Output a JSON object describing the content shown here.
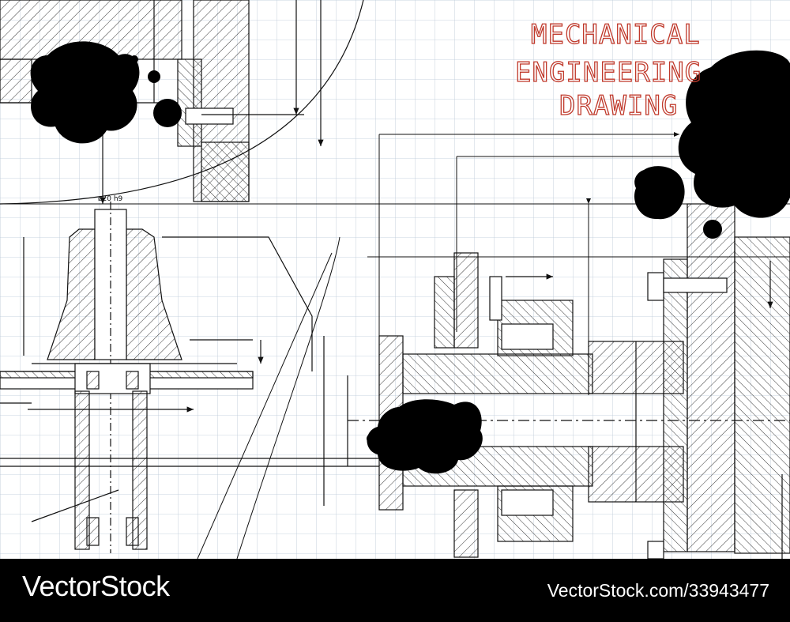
{
  "title": {
    "lines": [
      "MECHANICAL",
      "ENGINEERING",
      "DRAWING"
    ],
    "color": "#c0392b"
  },
  "dimension_label": "ø20 h9",
  "watermark": {
    "brand": "VectorStock",
    "id": "VectorStock.com/33943477"
  },
  "colors": {
    "grid": "#b9c7d6",
    "ink": "#111111",
    "background": "#ffffff",
    "banner": "#000000"
  }
}
